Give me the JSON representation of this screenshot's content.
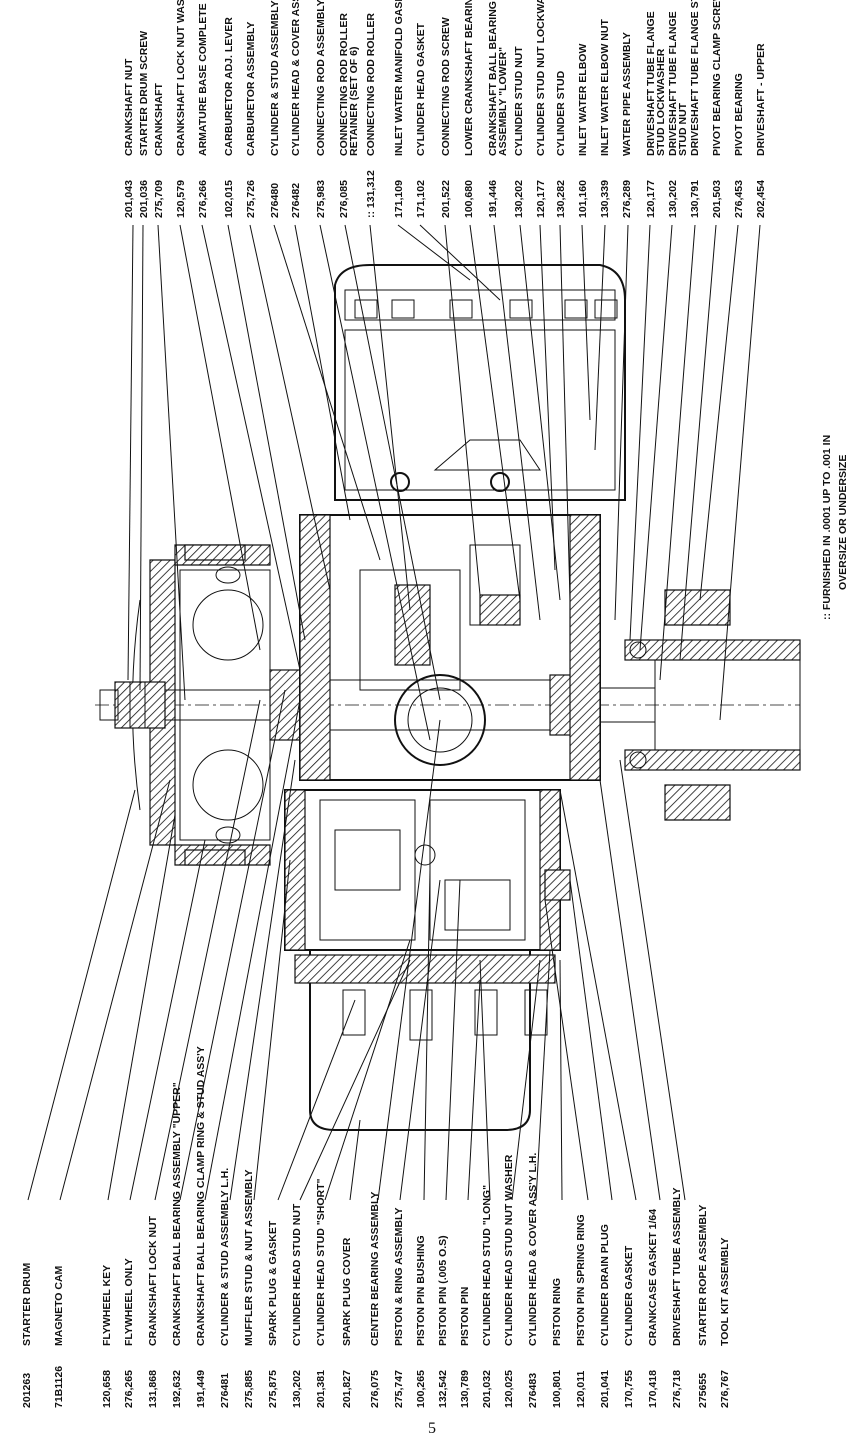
{
  "page_number": "5",
  "footnote": {
    "line1": ":: FURNISHED IN .0001 UP TO .001 IN",
    "line2": "OVERSIZE OR UNDERSIZE"
  },
  "top_parts": [
    {
      "num": "201,043",
      "name": "CRANKSHAFT NUT"
    },
    {
      "num": "201,036",
      "name": "STARTER DRUM SCREW"
    },
    {
      "num": "275,709",
      "name": "CRANKSHAFT"
    },
    {
      "num": "120,579",
      "name": "CRANKSHAFT LOCK NUT WASHER"
    },
    {
      "num": "276,266",
      "name": "ARMATURE BASE COMPLETE"
    },
    {
      "num": "102,015",
      "name": "CARBURETOR ADJ. LEVER"
    },
    {
      "num": "275,726",
      "name": "CARBURETOR ASSEMBLY"
    },
    {
      "num": "276480",
      "name": "CYLINDER & STUD ASSEMBLY R.H."
    },
    {
      "num": "276482",
      "name": "CYLINDER HEAD & COVER ASS'Y R.H."
    },
    {
      "num": "275,983",
      "name": "CONNECTING ROD ASSEMBLY"
    },
    {
      "num": "276,085",
      "name": "CONNECTING ROD ROLLER",
      "name2": "RETAINER (SET OF 6)"
    },
    {
      "num": ":: 131,312",
      "name": "CONNECTING ROD ROLLER"
    },
    {
      "num": "171,109",
      "name": "INLET WATER MANIFOLD GASKET"
    },
    {
      "num": "171,102",
      "name": "CYLINDER HEAD GASKET"
    },
    {
      "num": "201,522",
      "name": "CONNECTING ROD SCREW"
    },
    {
      "num": "100,680",
      "name": "LOWER CRANKSHAFT BEARING"
    },
    {
      "num": "191,446",
      "name": "CRANKSHAFT BALL BEARING",
      "name2": "ASSEMBLY \"LOWER\""
    },
    {
      "num": "130,202",
      "name": "CYLINDER STUD NUT"
    },
    {
      "num": "120,177",
      "name": "CYLINDER STUD NUT LOCKWASHER"
    },
    {
      "num": "130,282",
      "name": "CYLINDER STUD"
    },
    {
      "num": "101,160",
      "name": "INLET WATER ELBOW"
    },
    {
      "num": "130,339",
      "name": "INLET WATER ELBOW NUT"
    },
    {
      "num": "276,289",
      "name": "WATER PIPE ASSEMBLY"
    },
    {
      "num": "120,177",
      "name": "DRIVESHAFT TUBE FLANGE",
      "name2": "STUD LOCKWASHER"
    },
    {
      "num": "130,202",
      "name": "DRIVESHAFT TUBE FLANGE",
      "name2": "STUD NUT"
    },
    {
      "num": "130,791",
      "name": "DRIVESHAFT TUBE FLANGE STUD"
    },
    {
      "num": "201,503",
      "name": "PIVOT BEARING CLAMP SCREW"
    },
    {
      "num": "276,453",
      "name": "PIVOT BEARING"
    },
    {
      "num": "202,454",
      "name": "DRIVESHAFT - UPPER"
    }
  ],
  "bottom_parts": [
    {
      "num": "201263",
      "name": "STARTER DRUM"
    },
    {
      "num": "71B1126",
      "name": "MAGNETO CAM"
    },
    {
      "num": "120,658",
      "name": "FLYWHEEL KEY"
    },
    {
      "num": "276,265",
      "name": "FLYWHEEL ONLY"
    },
    {
      "num": "131,868",
      "name": "CRANKSHAFT LOCK NUT"
    },
    {
      "num": "192,632",
      "name": "CRANKSHAFT BALL BEARING ASSEMBLY \"UPPER\""
    },
    {
      "num": "191,449",
      "name": "CRANKSHAFT BALL BEARING CLAMP RING & STUD ASS'Y"
    },
    {
      "num": "276481",
      "name": "CYLINDER & STUD ASSEMBLY L.H."
    },
    {
      "num": "275,885",
      "name": "MUFFLER STUD & NUT ASSEMBLY"
    },
    {
      "num": "275,875",
      "name": "SPARK PLUG & GASKET"
    },
    {
      "num": "130,202",
      "name": "CYLINDER HEAD STUD NUT"
    },
    {
      "num": "201,381",
      "name": "CYLINDER HEAD STUD \"SHORT\""
    },
    {
      "num": "201,827",
      "name": "SPARK PLUG COVER"
    },
    {
      "num": "276,075",
      "name": "CENTER BEARING ASSEMBLY"
    },
    {
      "num": "275,747",
      "name": "PISTON & RING ASSEMBLY"
    },
    {
      "num": "100,265",
      "name": "PISTON PIN BUSHING"
    },
    {
      "num": "132,542",
      "name": "PISTON PIN (.005 O.S)"
    },
    {
      "num": "130,789",
      "name": "PISTON PIN"
    },
    {
      "num": "201,032",
      "name": "CYLINDER HEAD STUD \"LONG\""
    },
    {
      "num": "120,025",
      "name": "CYLINDER HEAD STUD NUT WASHER"
    },
    {
      "num": "276483",
      "name": "CYLINDER HEAD & COVER ASS'Y L.H."
    },
    {
      "num": "100,801",
      "name": "PISTON RING"
    },
    {
      "num": "120,011",
      "name": "PISTON PIN SPRING RING"
    },
    {
      "num": "201,041",
      "name": "CYLINDER DRAIN PLUG"
    },
    {
      "num": "170,755",
      "name": "CYLINDER GASKET"
    },
    {
      "num": "170,418",
      "name": "CRANKCASE GASKET 1/64"
    },
    {
      "num": "276,718",
      "name": "DRIVESHAFT TUBE ASSEMBLY"
    },
    {
      "num": "275655",
      "name": "STARTER ROPE ASSEMBLY"
    },
    {
      "num": "276,767",
      "name": "TOOL KIT ASSEMBLY"
    }
  ]
}
